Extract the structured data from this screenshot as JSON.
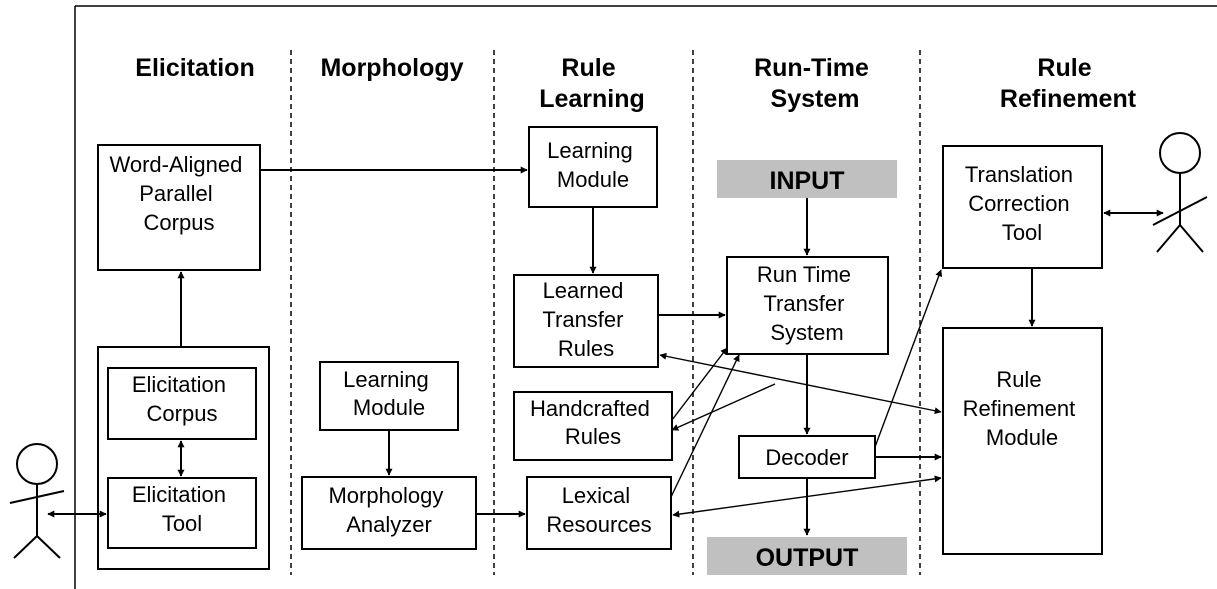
{
  "columns": {
    "elicitation": "Elicitation",
    "morphology": "Morphology",
    "rule_learning": [
      "Rule",
      "Learning"
    ],
    "run_time_system": [
      "Run-Time",
      "System"
    ],
    "rule_refinement": [
      "Rule",
      "Refinement"
    ]
  },
  "nodes": {
    "word_aligned_corpus": [
      "Word-Aligned",
      "Parallel",
      "Corpus"
    ],
    "elicitation_corpus": [
      "Elicitation",
      "Corpus"
    ],
    "elicitation_tool": [
      "Elicitation",
      "Tool"
    ],
    "morph_learning_module": [
      "Learning",
      "Module"
    ],
    "morphology_analyzer": [
      "Morphology",
      "Analyzer"
    ],
    "rule_learning_module": [
      "Learning",
      "Module"
    ],
    "learned_transfer_rules": [
      "Learned",
      "Transfer",
      "Rules"
    ],
    "handcrafted_rules": [
      "Handcrafted",
      "Rules"
    ],
    "lexical_resources": [
      "Lexical",
      "Resources"
    ],
    "input": "INPUT",
    "run_time_transfer_system": [
      "Run Time",
      "Transfer",
      "System"
    ],
    "decoder": "Decoder",
    "output": "OUTPUT",
    "translation_correction_tool": [
      "Translation",
      "Correction",
      "Tool"
    ],
    "rule_refinement_module": [
      "Rule",
      "Refinement",
      "Module"
    ]
  }
}
